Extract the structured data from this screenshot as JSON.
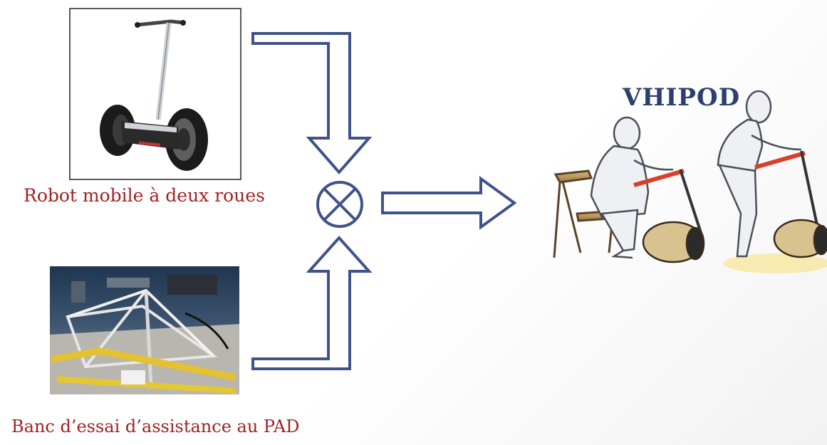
{
  "labels": {
    "robot_caption": "Robot mobile à deux roues",
    "banc_caption": "Banc d’essai d’assistance au PAD",
    "vhipod_title": "VHIPOD"
  },
  "images": {
    "segway": "segway-photo",
    "test_bench": "test-bench-photo",
    "vhipod": "vhipod-sketch"
  },
  "colors": {
    "arrow": "#3f5389",
    "caption": "#a32121",
    "title": "#2c3f6d"
  }
}
